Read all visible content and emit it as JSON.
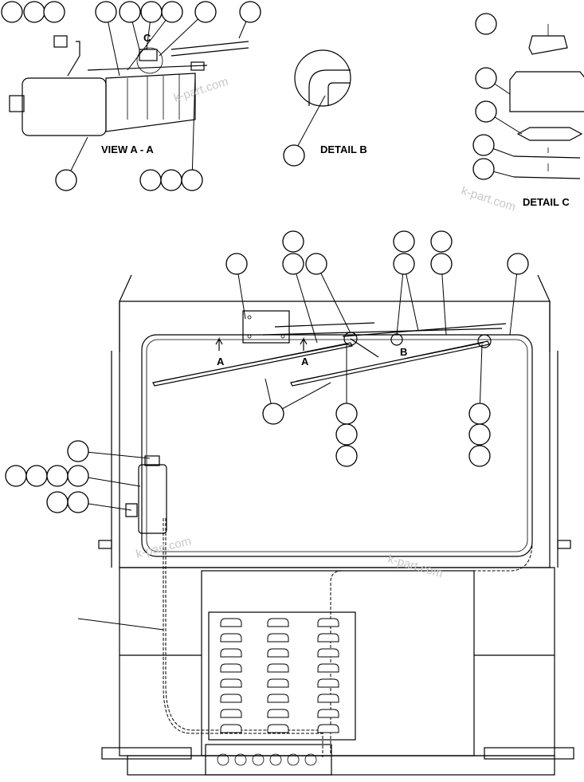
{
  "labels": {
    "view_aa": "VIEW A - A",
    "detail_b": "DETAIL B",
    "detail_c": "DETAIL C",
    "marker_a": "A",
    "marker_b": "B",
    "marker_c": "C"
  },
  "watermark": "k-part.com",
  "callout_count": 42,
  "vent_grille": {
    "rows": 8,
    "columns": 3
  },
  "relay_holes": 6
}
